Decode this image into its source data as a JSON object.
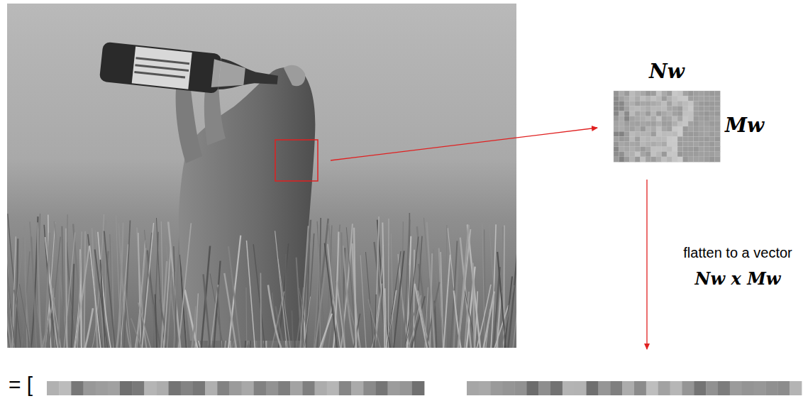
{
  "diagram": {
    "labels": [
      "Nw",
      "Mw",
      "flatten to a vector",
      "Nw x Mw",
      "= ["
    ]
  }
}
